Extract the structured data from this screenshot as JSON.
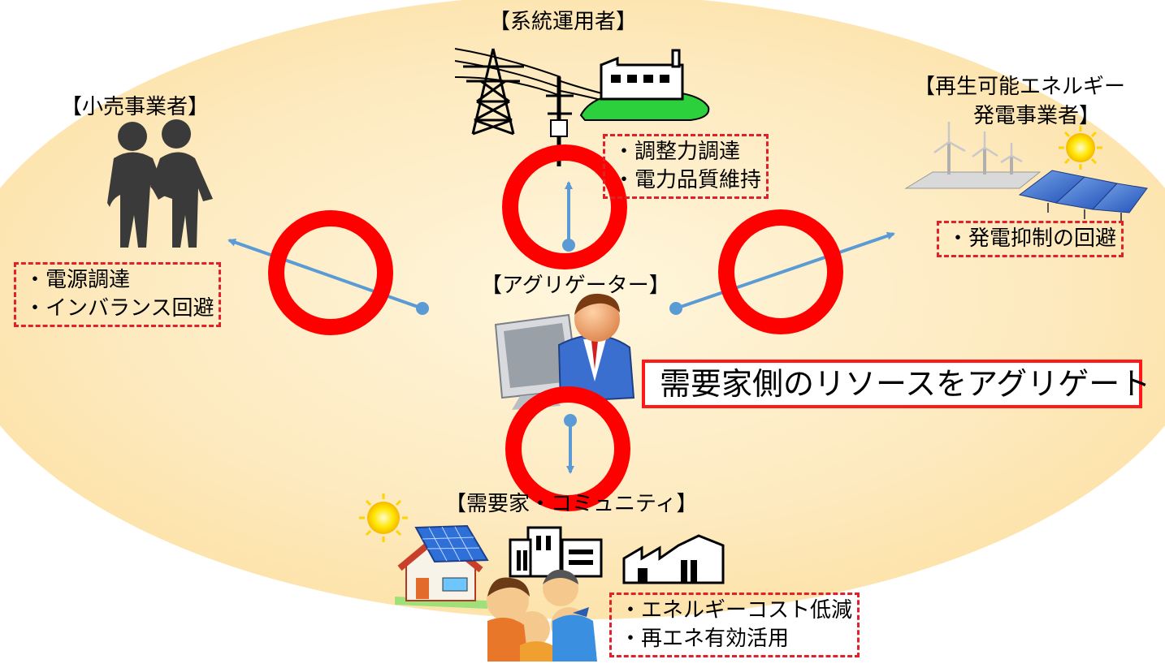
{
  "background_color": "#fce9bf",
  "accent_color": "#ff0000",
  "arrow_color": "#5b9bd5",
  "actors": {
    "grid_operator": {
      "label": "【系統運用者】",
      "icon": "power-grid-icon",
      "benefits": [
        "・調整力調達",
        "・電力品質維持"
      ]
    },
    "retailer": {
      "label": "【小売事業者】",
      "icon": "handshake-icon",
      "benefits": [
        "・電源調達",
        "・インバランス回避"
      ]
    },
    "renewable": {
      "label_line1": "【再生可能エネルギー",
      "label_line2": "発電事業者】",
      "icon": "solar-wind-farm-icon",
      "benefits": [
        "・発電抑制の回避"
      ]
    },
    "aggregator": {
      "label": "【アグリゲーター】",
      "icon": "operator-at-computer-icon"
    },
    "consumer": {
      "label": "【需要家・コミュニティ】",
      "icon": "houses-factory-people-icon",
      "benefits": [
        "・エネルギーコスト低減",
        "・再エネ有効活用"
      ]
    }
  },
  "banner_text": "需要家側のリソースをアグリゲート"
}
